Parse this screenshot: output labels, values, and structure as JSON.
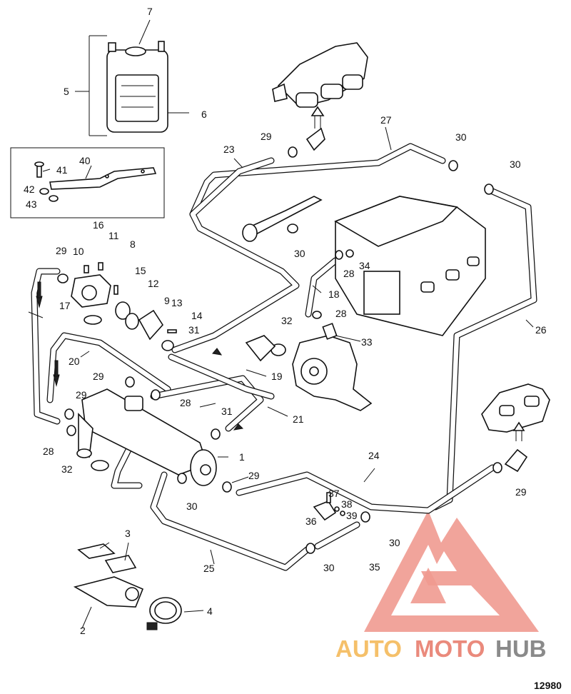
{
  "callouts": [
    {
      "id": "c1",
      "text": "1"
    },
    {
      "id": "c2",
      "text": "2"
    },
    {
      "id": "c3",
      "text": "3"
    },
    {
      "id": "c4",
      "text": "4"
    },
    {
      "id": "c5",
      "text": "5"
    },
    {
      "id": "c6",
      "text": "6"
    },
    {
      "id": "c7",
      "text": "7"
    },
    {
      "id": "c8",
      "text": "8"
    },
    {
      "id": "c9",
      "text": "9"
    },
    {
      "id": "c10",
      "text": "10"
    },
    {
      "id": "c11",
      "text": "11"
    },
    {
      "id": "c12",
      "text": "12"
    },
    {
      "id": "c13",
      "text": "13"
    },
    {
      "id": "c14",
      "text": "14"
    },
    {
      "id": "c15",
      "text": "15"
    },
    {
      "id": "c16",
      "text": "16"
    },
    {
      "id": "c17",
      "text": "17"
    },
    {
      "id": "c18",
      "text": "18"
    },
    {
      "id": "c19",
      "text": "19"
    },
    {
      "id": "c20",
      "text": "20"
    },
    {
      "id": "c21",
      "text": "21"
    },
    {
      "id": "c23",
      "text": "23"
    },
    {
      "id": "c24",
      "text": "24"
    },
    {
      "id": "c25",
      "text": "25"
    },
    {
      "id": "c26",
      "text": "26"
    },
    {
      "id": "c27",
      "text": "27"
    },
    {
      "id": "c28a",
      "text": "28"
    },
    {
      "id": "c28b",
      "text": "28"
    },
    {
      "id": "c28c",
      "text": "28"
    },
    {
      "id": "c28d",
      "text": "28"
    },
    {
      "id": "c29a",
      "text": "29"
    },
    {
      "id": "c29b",
      "text": "29"
    },
    {
      "id": "c29c",
      "text": "29"
    },
    {
      "id": "c29d",
      "text": "29"
    },
    {
      "id": "c29e",
      "text": "29"
    },
    {
      "id": "c29f",
      "text": "29"
    },
    {
      "id": "c30a",
      "text": "30"
    },
    {
      "id": "c30b",
      "text": "30"
    },
    {
      "id": "c30c",
      "text": "30"
    },
    {
      "id": "c30d",
      "text": "30"
    },
    {
      "id": "c30e",
      "text": "30"
    },
    {
      "id": "c30f",
      "text": "30"
    },
    {
      "id": "c31a",
      "text": "31"
    },
    {
      "id": "c31b",
      "text": "31"
    },
    {
      "id": "c32a",
      "text": "32"
    },
    {
      "id": "c32b",
      "text": "32"
    },
    {
      "id": "c33",
      "text": "33"
    },
    {
      "id": "c34",
      "text": "34"
    },
    {
      "id": "c35",
      "text": "35"
    },
    {
      "id": "c36",
      "text": "36"
    },
    {
      "id": "c37",
      "text": "37"
    },
    {
      "id": "c38",
      "text": "38"
    },
    {
      "id": "c39",
      "text": "39"
    },
    {
      "id": "c40",
      "text": "40"
    },
    {
      "id": "c41",
      "text": "41"
    },
    {
      "id": "c42",
      "text": "42"
    },
    {
      "id": "c43",
      "text": "43"
    }
  ],
  "figure_number": "12980",
  "watermark": {
    "part1": "AUTO",
    "part2": "MOTO",
    "part3": "HUB",
    "colors": {
      "auto": "#f5c06a",
      "moto": "#ea8a7c",
      "hub": "#8a8a8a",
      "logo": "#ef9a90"
    }
  },
  "colors": {
    "line": "#111111",
    "background": "#ffffff"
  }
}
